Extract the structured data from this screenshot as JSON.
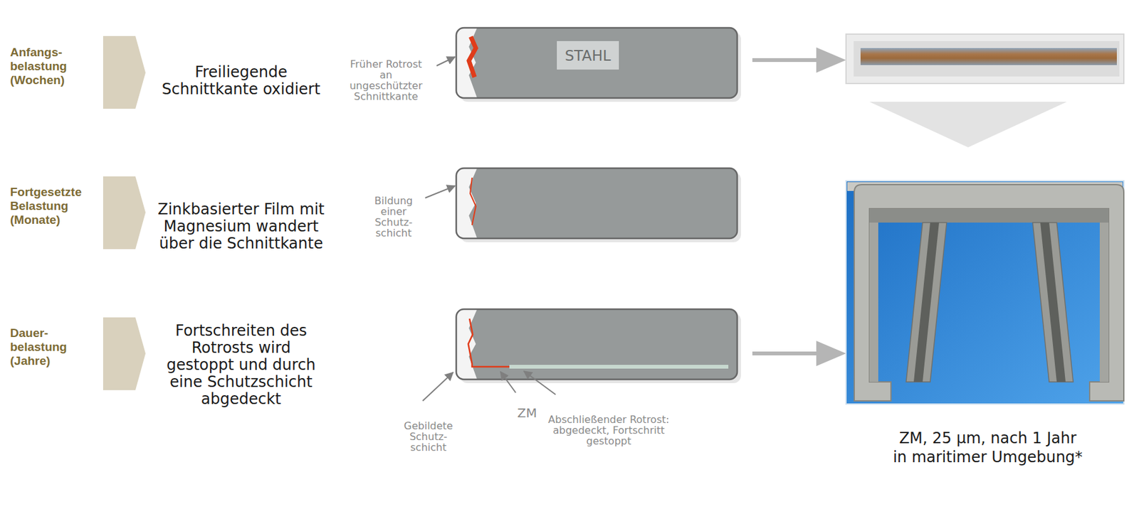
{
  "diagram": {
    "caption": "ZM, 25 µm, nach 1 Jahr in maritimer Umgebung*",
    "nodes": [
      {
        "text": [
          "STAHL"
        ]
      }
    ],
    "labels": [
      "Anfangs- belastung (Wochen)",
      "Freiliegende Schnittkante oxidiert",
      "Früher Rotrost an ungeschützter Schnittkante",
      "Fortgesetzte Belastung (Monate)",
      "Zinkbasierter Film mit Magnesium wandert über die Schnittkante",
      "Bildung einer Schutz- schicht",
      "Dauer- belastung (Jahre)",
      "Fortschreiten des Rotrosts wird gestoppt und durch eine Schutzschicht abgedeckt",
      "Gebildete Schutz- schicht",
      "ZM",
      "Abschließender Rotrost: abgedeckt, Fortschritt gestoppt"
    ]
  }
}
